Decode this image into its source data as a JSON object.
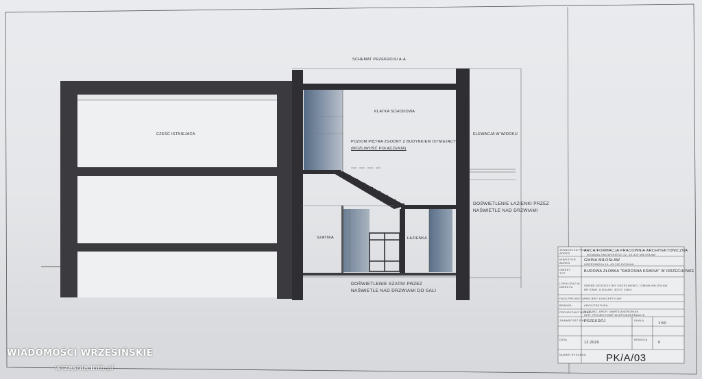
{
  "drawing": {
    "title": "SCHEMAT PRZEKROJU A-A",
    "rooms": {
      "existing": "CZEŚĆ ISTNIEJACA",
      "stairwell": "KLATKA SCHODOWA",
      "level_note_1": "POZIOM PIĘTRA ZGODNY Z BUDYNKIEM ISTNIEJĄCYM",
      "level_note_2": "(MOŻLIWOŚĆ POŁĄCZENIA)",
      "elevation": "ELEWACJA W WIDOKU",
      "bathroom_light_1": "DOŚWIETLENIE ŁAZIENKI PRZEZ",
      "bathroom_light_2": "NAŚWIETLE NAD DRZWIAMI",
      "cloakroom": "SZATNIA",
      "bathroom": "ŁAZIENKA",
      "cloak_light_1": "DOŚWIETLENIE SZATNI PRZEZ",
      "cloak_light_2": "NAŚWIETLE NAD DRZWIAMI DO SALI"
    }
  },
  "title_block": {
    "r1_label": "JEDNOSTKA PROJ.",
    "r1_label2": "ADRES",
    "r1_name": "ARCHIFORMACJA PRACOWNIA ARCHITEKTONICZNA",
    "r1_addr": "ROMANA DMOWSKIEGO 22, 63-320 MIŁOSŁAW",
    "r2_label": "INWESTOR",
    "r2_label2": "ADRES",
    "r2_name": "GMINA MIŁOSŁAW",
    "r2_addr": "WRZESIŃSKA 19, 63-320 POZNAN",
    "r3_label": "OBIEKT",
    "r3_label2": "TYP",
    "r3_name": "BUDOWA ŻŁOBKA \"RADOSNA KRAINA\" W ORZECHOWIE",
    "r4_label": "LOKALIZACJA",
    "r4_label2": "OBIEKTU",
    "r4_text1": "OBRĘB GEODEZYJNY ORZECHOWO, 13MINA MIŁOSŁAW",
    "r4_text2": "NR EWID. DZIAŁEK: 307/2, 308/4",
    "r5_label": "FAZA PROJEKTU",
    "r5_value": "PROJEKT KONCEPCYJNY",
    "r6_label": "BRANŻA",
    "r6_value": "ARCHITEKTURA",
    "r7_label": "PROJEKTANT BRANŻY",
    "r7_value": "MGR INŻ. ARCH. MARTA ANDRONIAK",
    "r7_value2": "UPR. PROJEKTOWE WLKP/0023/PBAA/16",
    "r8_label": "ZAWARTOŚĆ RYS.",
    "r8_value": "PRZEKRÓJ",
    "r8_scale_label": "SKALA",
    "r8_scale": "1:50",
    "r9_label": "DATA",
    "r9_value": "12.2020",
    "r9_rev_label": "REWIZJA",
    "r9_rev": "0",
    "r10_label": "NUMER RYSUNKU",
    "drawing_number": "PK/A/03"
  },
  "watermark": {
    "brand": "WIADOMOŚCI WRZESIŃSKIE",
    "url": "wrzesnia.info.pl"
  }
}
